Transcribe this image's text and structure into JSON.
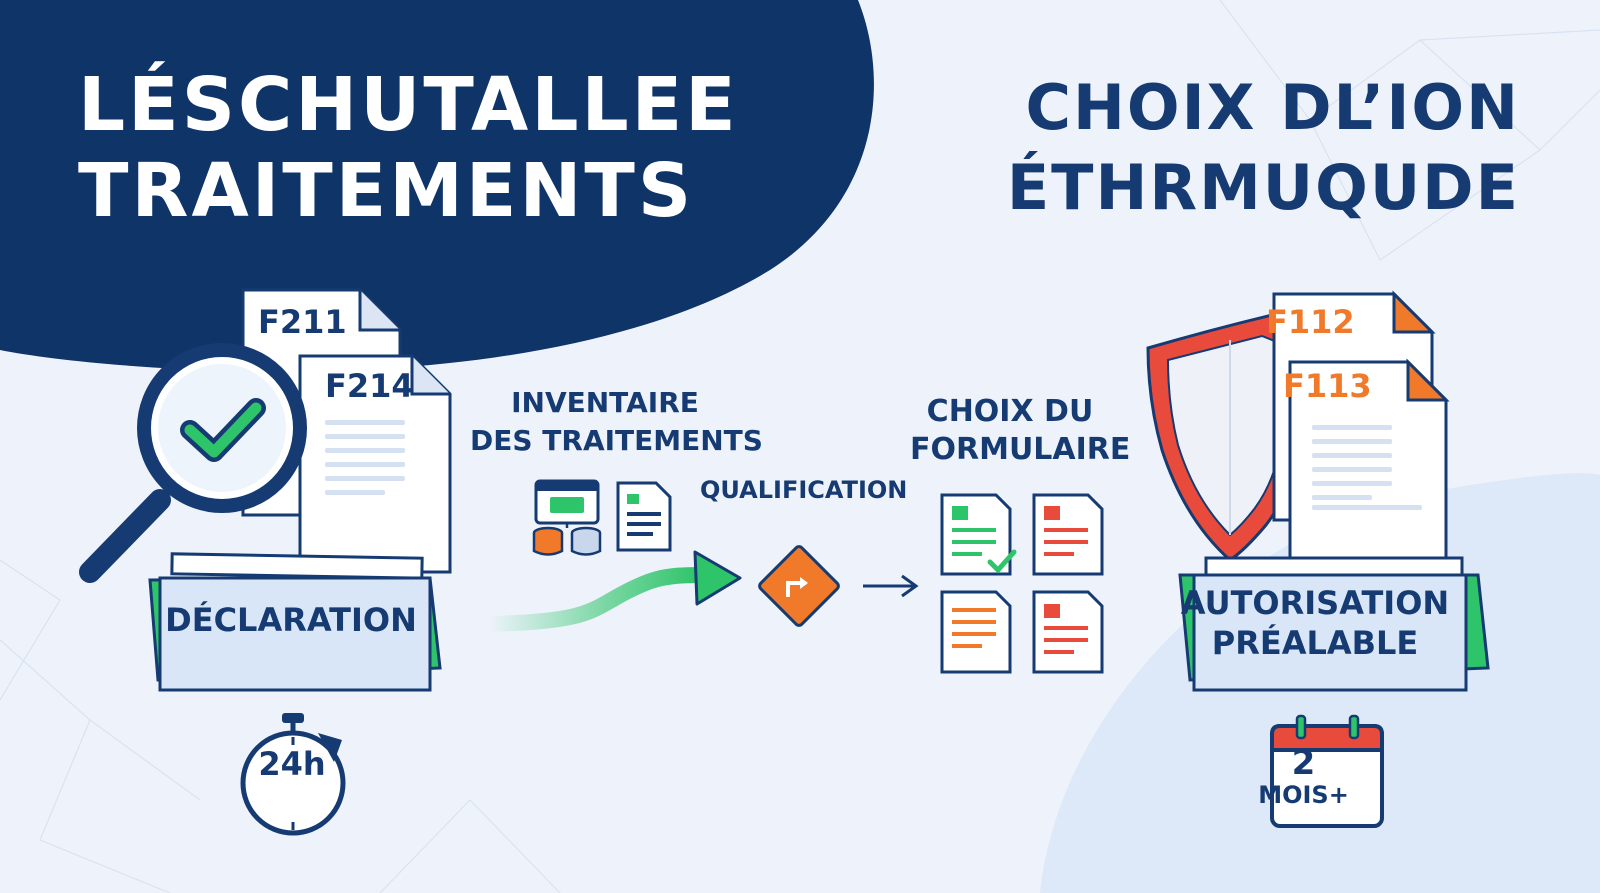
{
  "titles": {
    "left": [
      "LÉSCHUTALLEE",
      "TRAITEMENTS"
    ],
    "right": [
      "CHOIX DL’ION",
      "ÉTHRMUQUDE"
    ]
  },
  "left_panel": {
    "doc_codes": [
      "F211",
      "F214"
    ],
    "folder_label": "DÉCLARATION",
    "timer_label": "24h"
  },
  "flow": {
    "inventory_label": [
      "INVENTAIRE",
      "DES TRAITEMENTS"
    ],
    "qualification_label": "QUALIFICATION",
    "form_choice_label": [
      "CHOIX DU",
      "FORMULAIRE"
    ]
  },
  "right_panel": {
    "doc_codes": [
      "F112",
      "F113"
    ],
    "folder_label": [
      "AUTORISATION",
      "PRÉALABLE"
    ],
    "calendar": {
      "number": "2",
      "unit": "MOIS+"
    }
  },
  "colors": {
    "navy": "#0f3468",
    "text_navy": "#163a72",
    "green": "#2ec46a",
    "orange": "#f07a2a",
    "red": "#e84a3c",
    "folder_blue": "#d9e6f7",
    "background": "#eef3fb"
  },
  "icons": [
    "magnifier-check-icon",
    "stopwatch-icon",
    "database-icon",
    "document-icon",
    "diamond-arrow-icon",
    "shield-icon",
    "calendar-icon"
  ]
}
